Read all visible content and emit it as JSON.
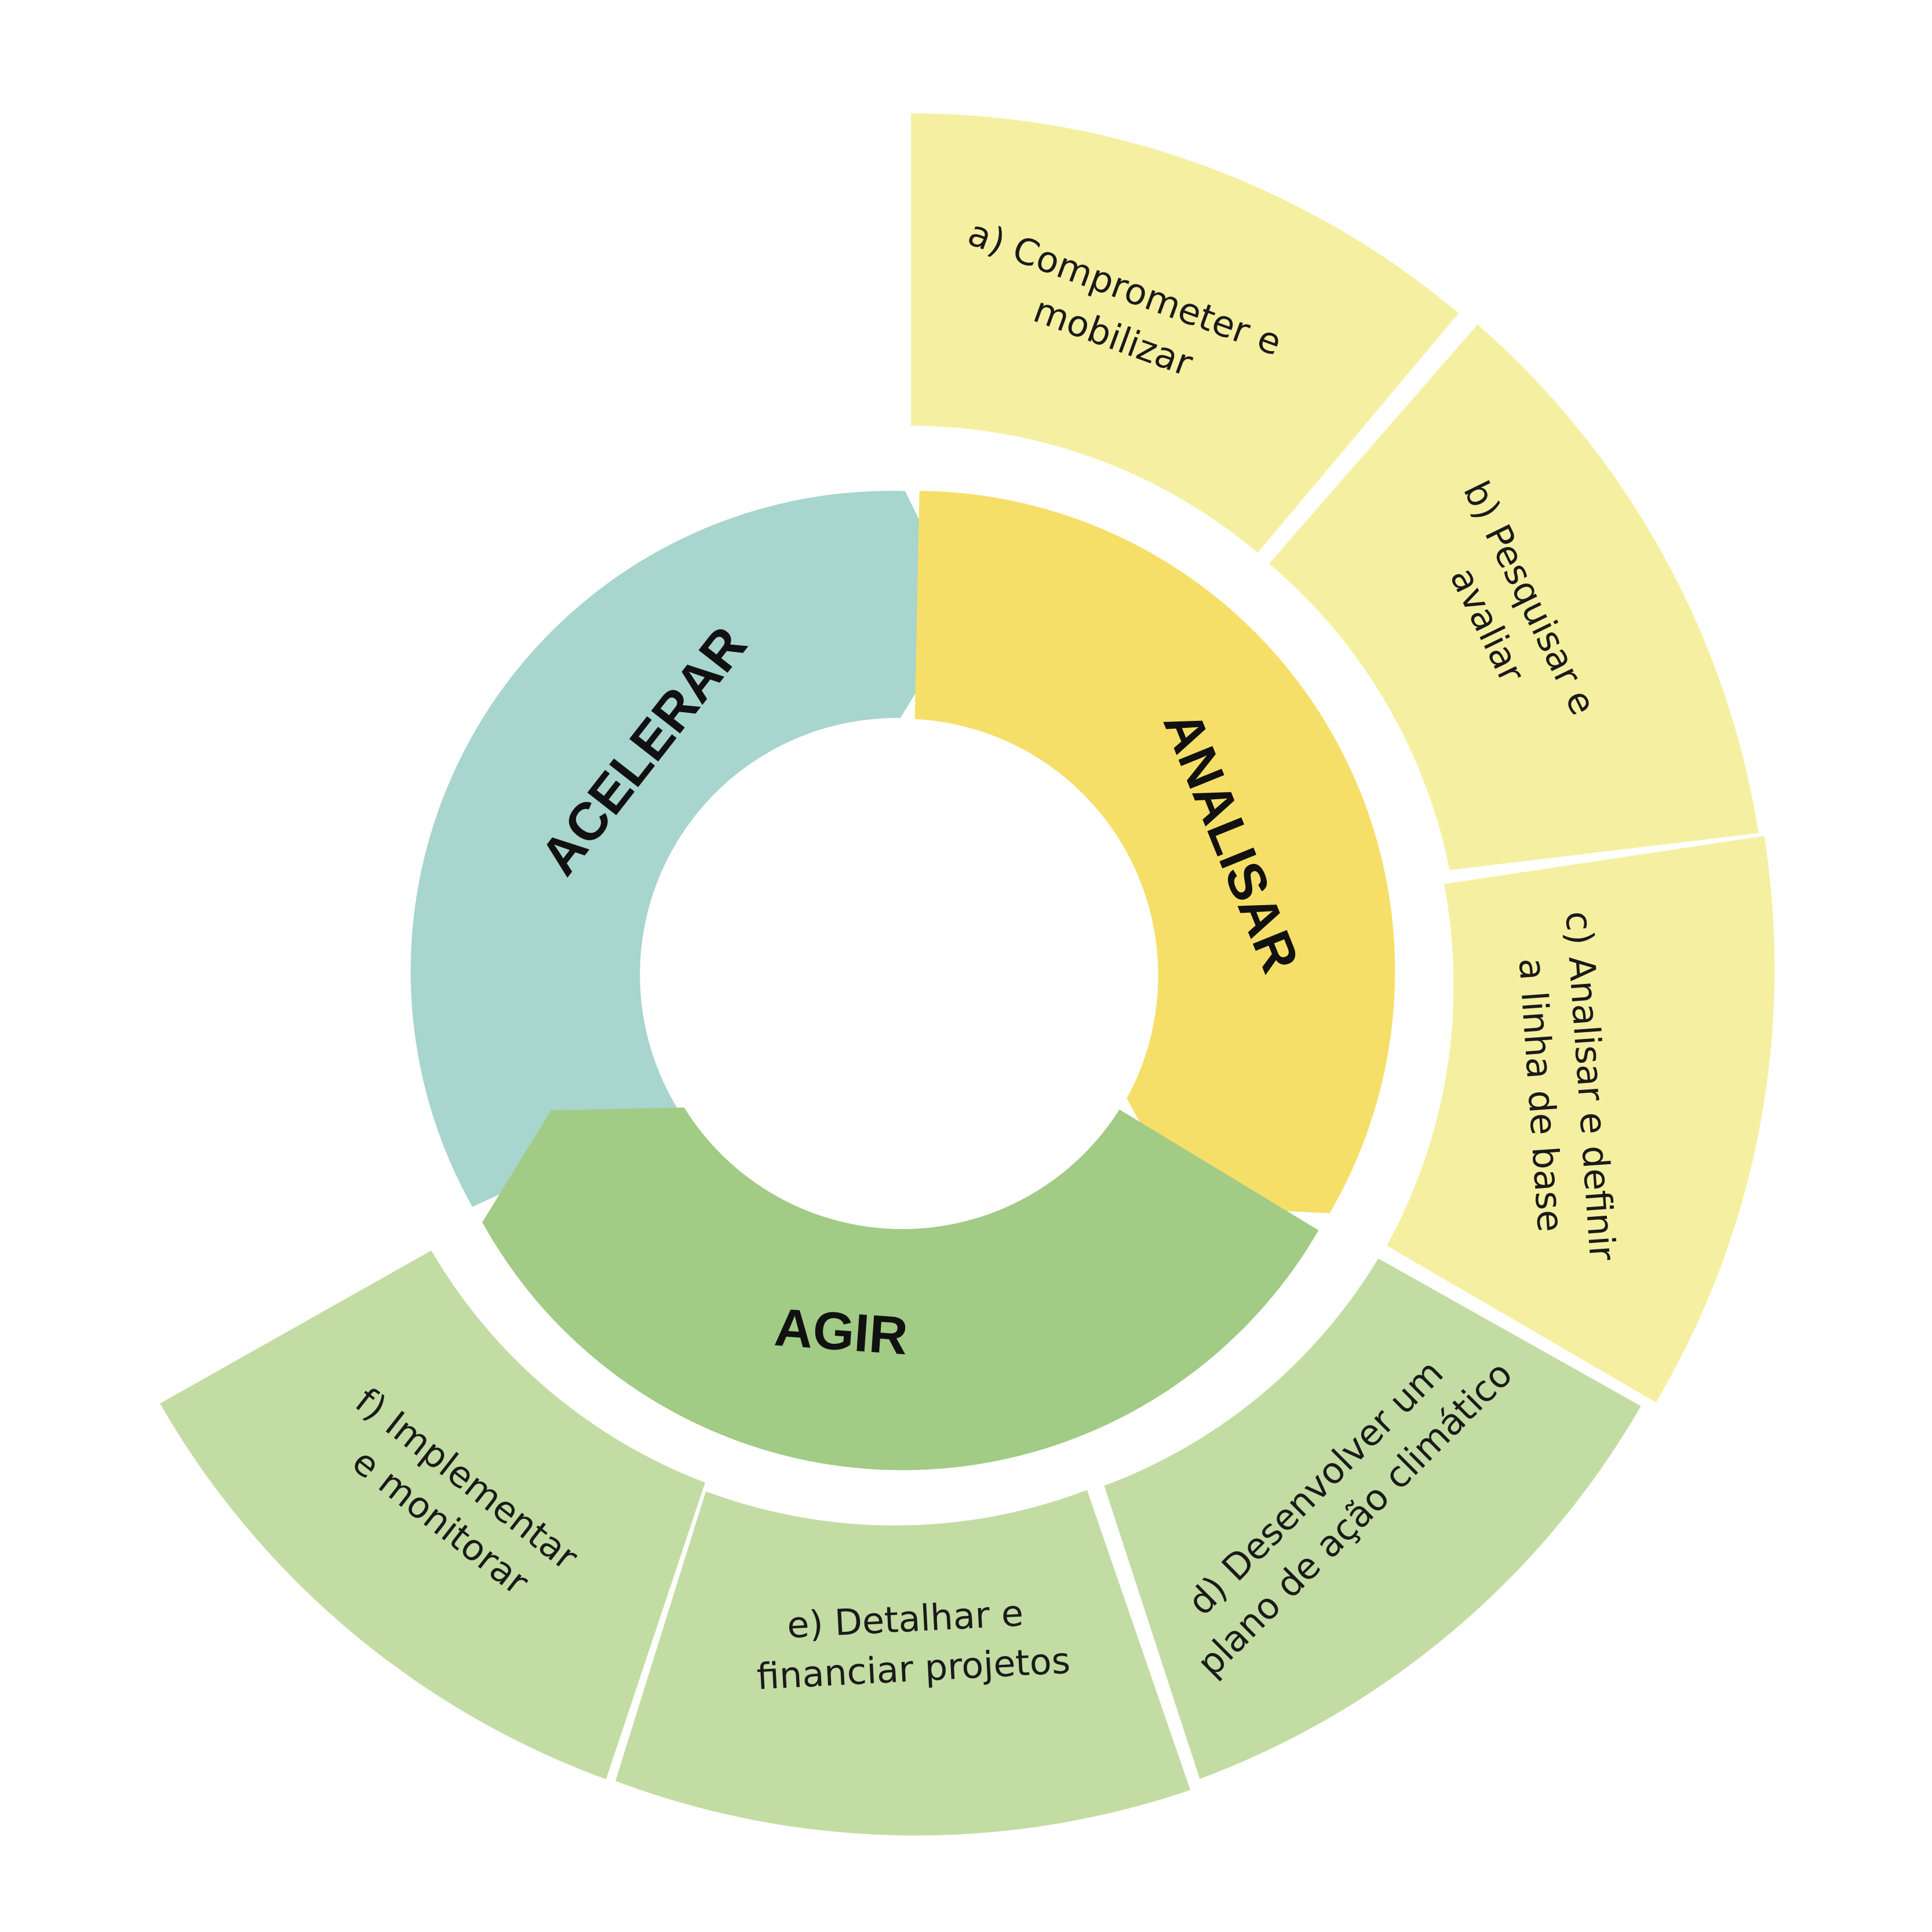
{
  "phases": [
    {
      "id": "acelerar",
      "label": "ACELERAR",
      "color": "#a8d5cd"
    },
    {
      "id": "analisar",
      "label": "ANALISAR",
      "color": "#f6df68"
    },
    {
      "id": "agir",
      "label": "AGIR",
      "color": "#a2cb86"
    }
  ],
  "steps": [
    {
      "id": "a",
      "lines": [
        "a) Comprometer e",
        "mobilizar"
      ],
      "color": "#f5f0a1"
    },
    {
      "id": "b",
      "lines": [
        "b) Pesquisar e",
        "avaliar"
      ],
      "color": "#f5f0a1"
    },
    {
      "id": "c",
      "lines": [
        "c) Analisar e definir",
        "a linha de base"
      ],
      "color": "#f5f0a1"
    },
    {
      "id": "d",
      "lines": [
        "d) Desenvolver um",
        "plano de ação climático"
      ],
      "color": "#c3dca3"
    },
    {
      "id": "e",
      "lines": [
        "e) Detalhar e",
        "financiar projetos"
      ],
      "color": "#c3dca3"
    },
    {
      "id": "f",
      "lines": [
        "f) Implementar",
        "e monitorar"
      ],
      "color": "#c3dca3"
    }
  ]
}
